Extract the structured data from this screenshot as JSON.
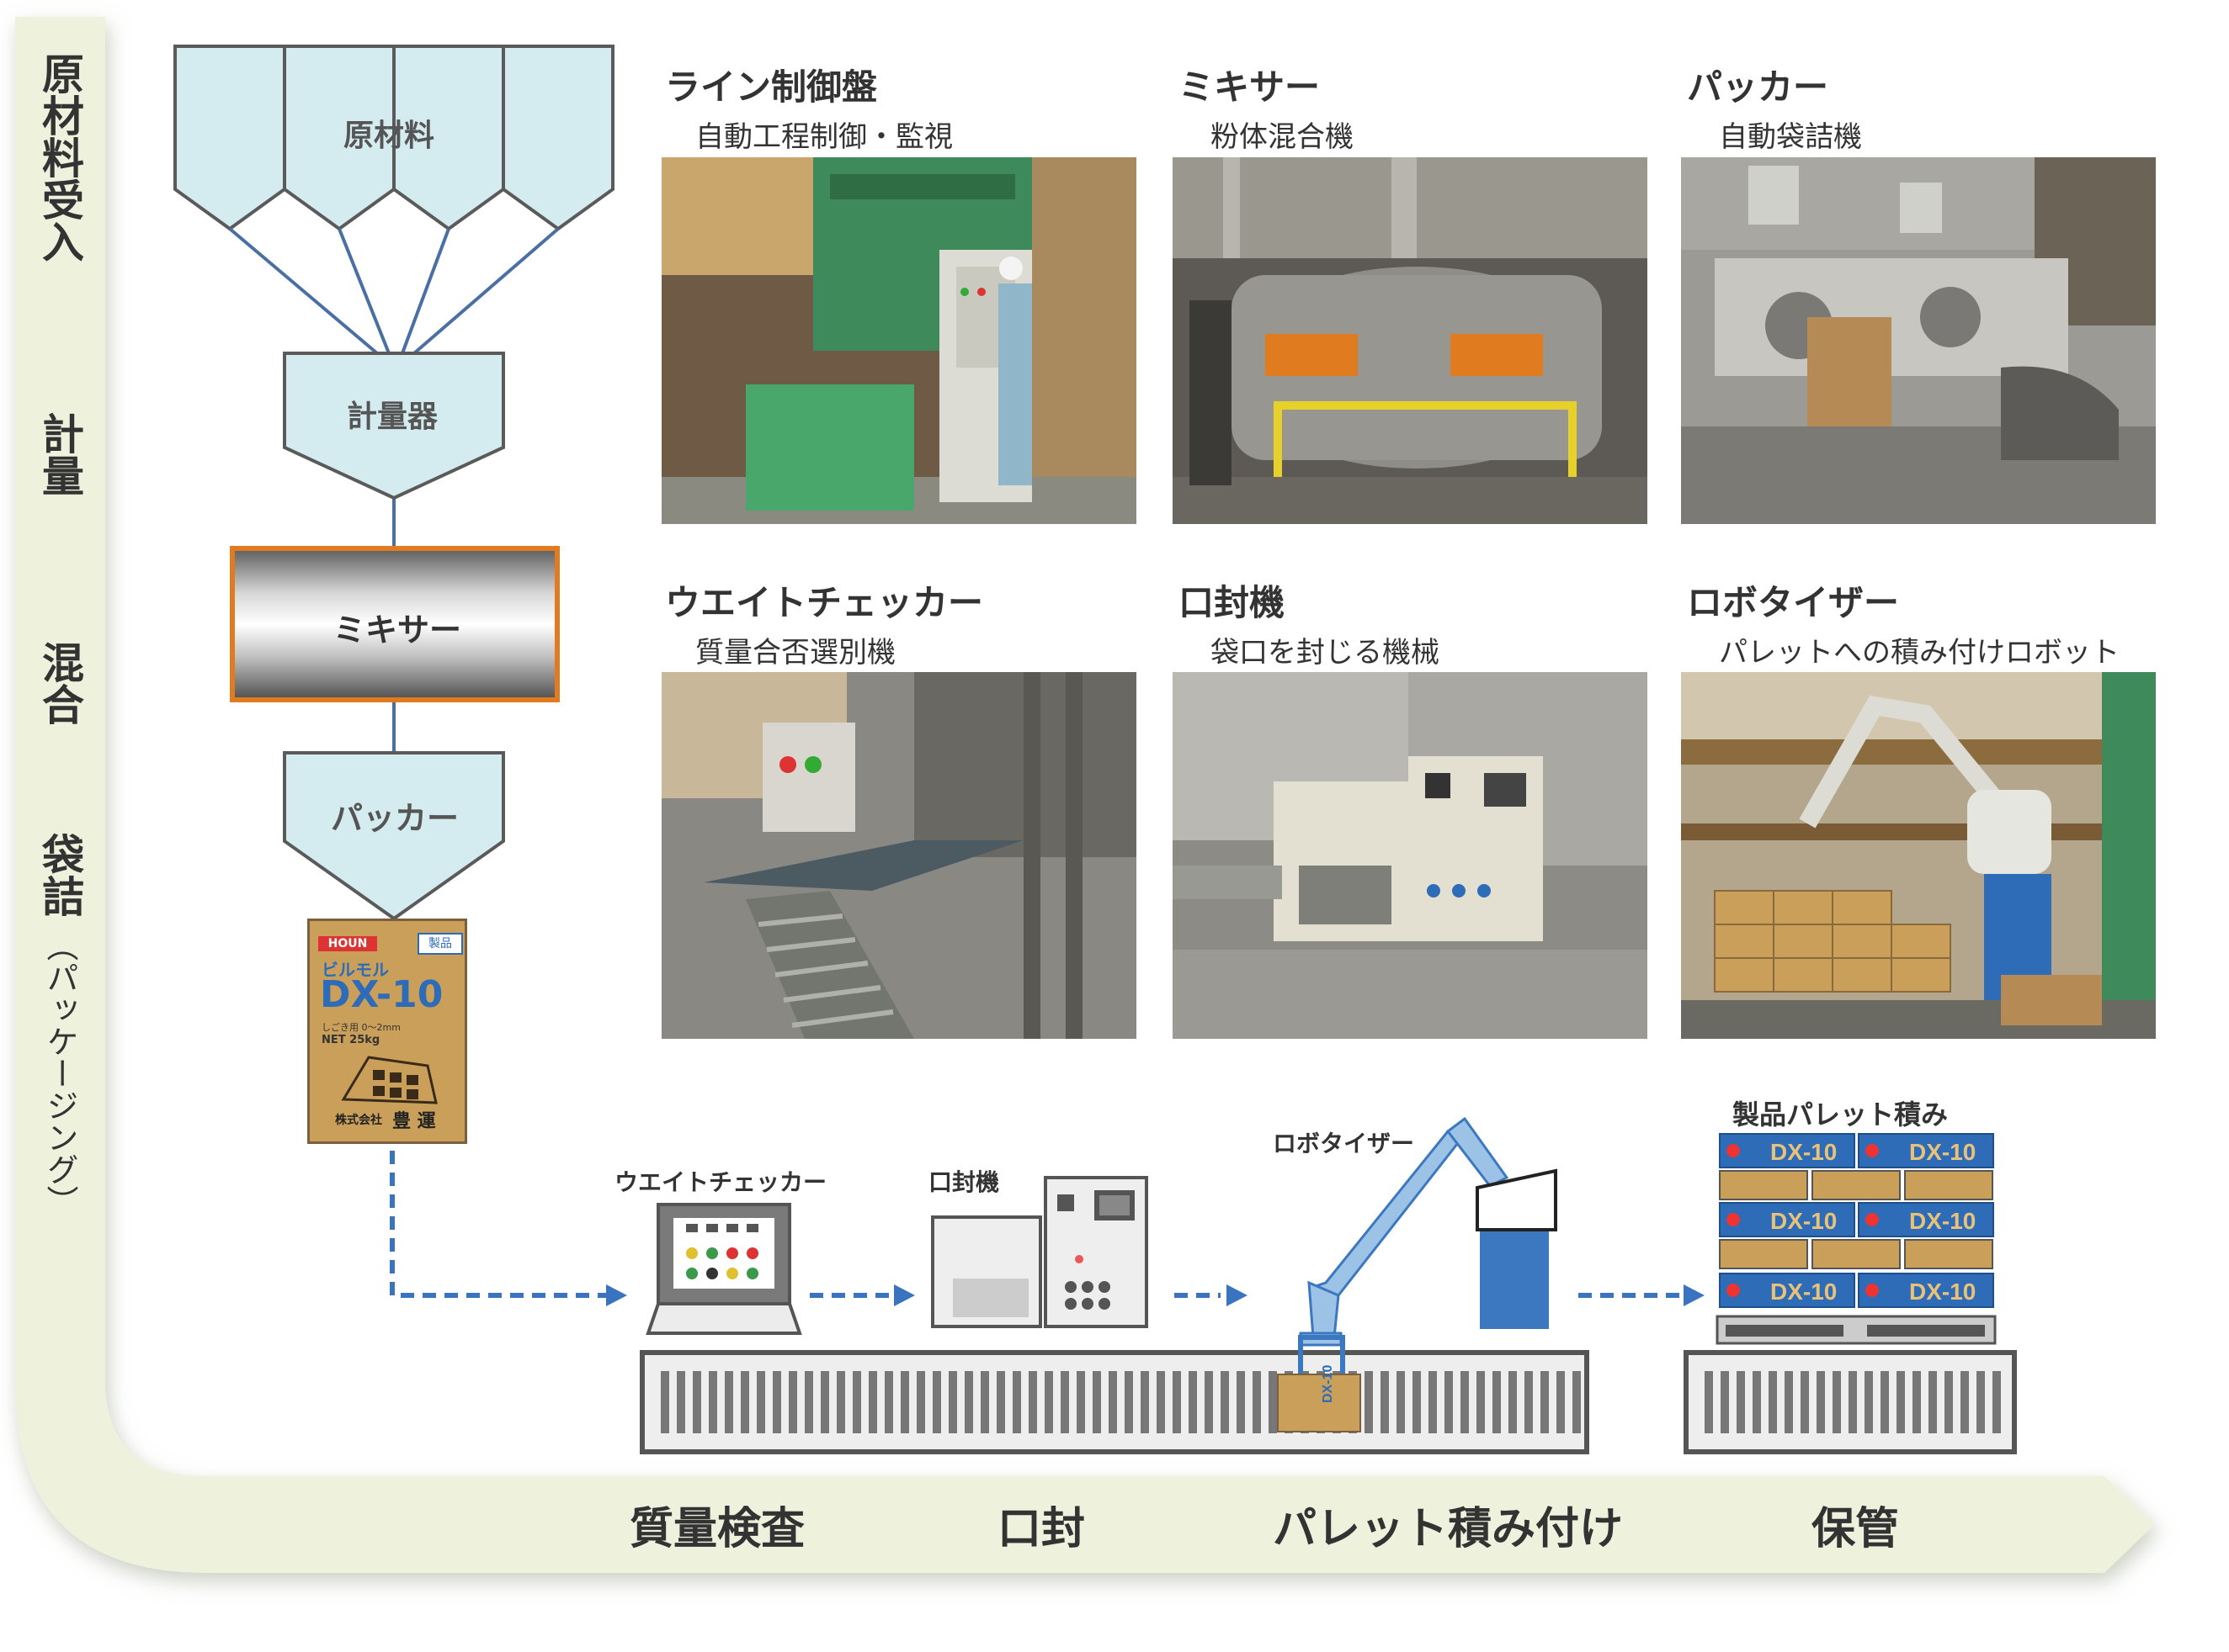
{
  "stages_vertical": [
    "原材料受入",
    "計量",
    "混合",
    "袋詰",
    "（パッケージング）"
  ],
  "stages_horizontal": [
    "質量検査",
    "口封",
    "パレット積み付け",
    "保管"
  ],
  "flow": {
    "raw_material": "原材料",
    "scale": "計量器",
    "mixer": "ミキサー",
    "packer": "パッカー"
  },
  "product_bag": {
    "brand": "HOUN",
    "series": "ビルモル",
    "name": "DX-10",
    "tag": "製品",
    "spec": "しごき用 0〜2mm",
    "net": "NET 25kg",
    "company": "株式会社",
    "company_name": "豊 運"
  },
  "photos": [
    {
      "title": "ライン制御盤",
      "subtitle": "自動工程制御・監視"
    },
    {
      "title": "ミキサー",
      "subtitle": "粉体混合機"
    },
    {
      "title": "パッカー",
      "subtitle": "自動袋詰機"
    },
    {
      "title": "ウエイトチェッカー",
      "subtitle": "質量合否選別機"
    },
    {
      "title": "口封機",
      "subtitle": "袋口を封じる機械"
    },
    {
      "title": "ロボタイザー",
      "subtitle": "パレットへの積み付けロボット"
    }
  ],
  "line_labels": {
    "weight_checker": "ウエイトチェッカー",
    "sealer": "口封機",
    "robotizer": "ロボタイザー",
    "pallet": "製品パレット積み"
  },
  "pallet_bag_label": "DX-10",
  "colors": {
    "band": "#eef2dd",
    "node_fill": "#d4ecf0",
    "node_stroke": "#5a5a5a",
    "connector": "#4a6fa5",
    "mixer_border": "#e07b20",
    "arrow_dash": "#3a73c0",
    "bag": "#c99f5a",
    "bag_blue": "#2e6cb8",
    "robot_blue": "#3b78c0"
  }
}
